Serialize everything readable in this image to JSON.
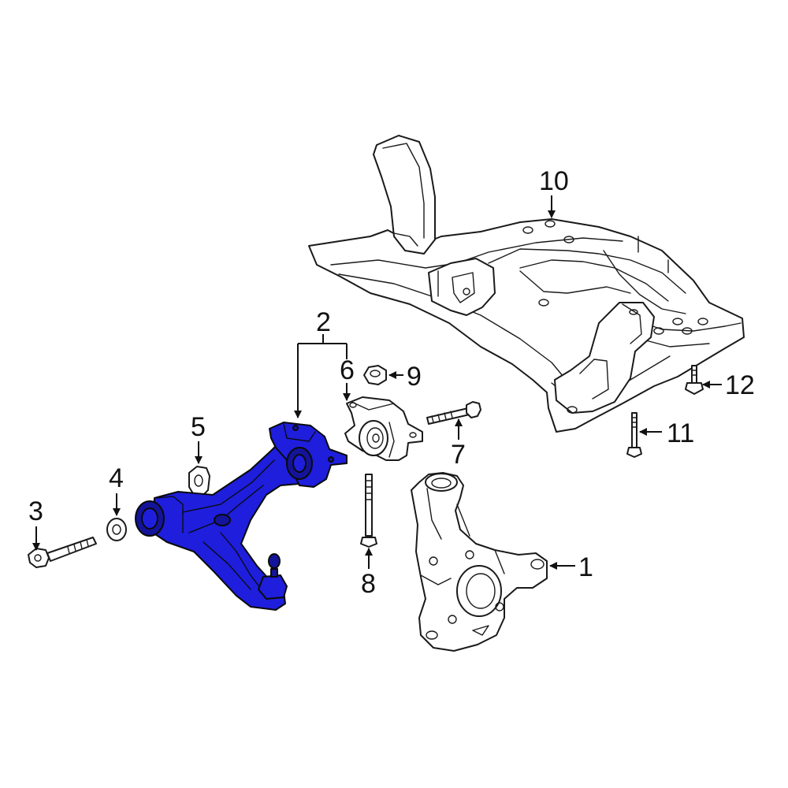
{
  "colors": {
    "highlight": "#1e1edc",
    "highlight_dark": "#14149a",
    "outline": "#1a1a1a",
    "background": "#ffffff"
  },
  "callouts": {
    "c1": "1",
    "c2": "2",
    "c3": "3",
    "c4": "4",
    "c5": "5",
    "c6": "6",
    "c7": "7",
    "c8": "8",
    "c9": "9",
    "c10": "10",
    "c11": "11",
    "c12": "12"
  },
  "highlighted_part": "2"
}
